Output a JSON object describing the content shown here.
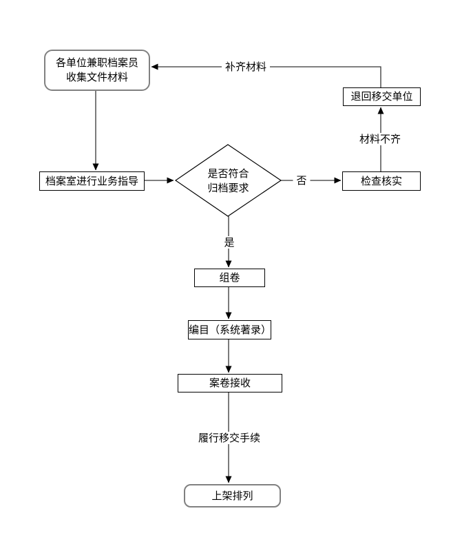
{
  "flowchart": {
    "nodes": {
      "start": {
        "label": "各单位兼职档案员\n收集文件材料",
        "shape": "terminator"
      },
      "guidance": {
        "label": "档案室进行业务指导",
        "shape": "process"
      },
      "decision": {
        "label": "是否符合\n归档要求",
        "shape": "diamond"
      },
      "check": {
        "label": "检查核实",
        "shape": "process"
      },
      "return_unit": {
        "label": "退回移交单位",
        "shape": "process"
      },
      "assemble": {
        "label": "组卷",
        "shape": "process"
      },
      "catalog": {
        "label": "编目（系统著录）",
        "shape": "process"
      },
      "receive": {
        "label": "案卷接收",
        "shape": "process"
      },
      "shelve": {
        "label": "上架排列",
        "shape": "terminator"
      }
    },
    "edge_labels": {
      "complete_materials": "补齐材料",
      "materials_incomplete": "材料不齐",
      "no": "否",
      "yes": "是",
      "transfer_procedure": "履行移交手续"
    },
    "colors": {
      "terminator_border": "#808080",
      "process_border": "#000000",
      "line": "#333333",
      "arrowhead": "#000000",
      "background": "#ffffff"
    }
  }
}
